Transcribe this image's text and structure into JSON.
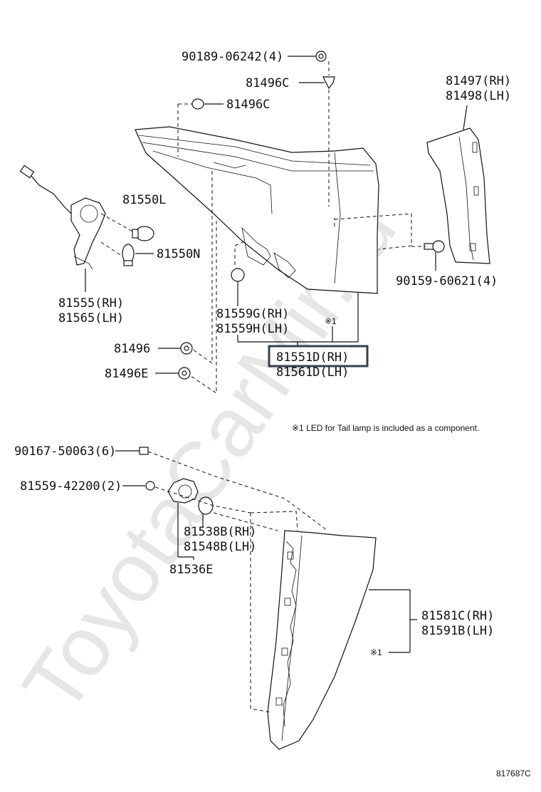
{
  "watermark": "ToyotaCarMir.ru",
  "labels": {
    "l_90189": "90189-06242(4)",
    "l_81496c_a": "81496C",
    "l_81496c_b": "81496C",
    "l_81497": "81497(RH)",
    "l_81498": "81498(LH)",
    "l_81550l": "81550L",
    "l_81550n": "81550N",
    "l_81555": "81555(RH)",
    "l_81565": "81565(LH)",
    "l_81559g": "81559G(RH)",
    "l_81559h": "81559H(LH)",
    "l_81496": "81496",
    "l_81496e": "81496E",
    "l_90159": "90159-60621(4)",
    "l_mark1_upper": "※1",
    "l_81551d": "81551D(RH)",
    "l_81561d": "81561D(LH)",
    "note": "※1 LED for Tail lamp is included as a component.",
    "l_90167": "90167-50063(6)",
    "l_81559_42200": "81559-42200(2)",
    "l_81538b": "81538B(RH)",
    "l_81548b": "81548B(LH)",
    "l_81536e": "81536E",
    "l_81581c": "81581C(RH)",
    "l_81591b": "81591B(LH)",
    "l_mark1_lower": "※1",
    "diagram_id": "817687C"
  },
  "highlight_color": "#33414d"
}
